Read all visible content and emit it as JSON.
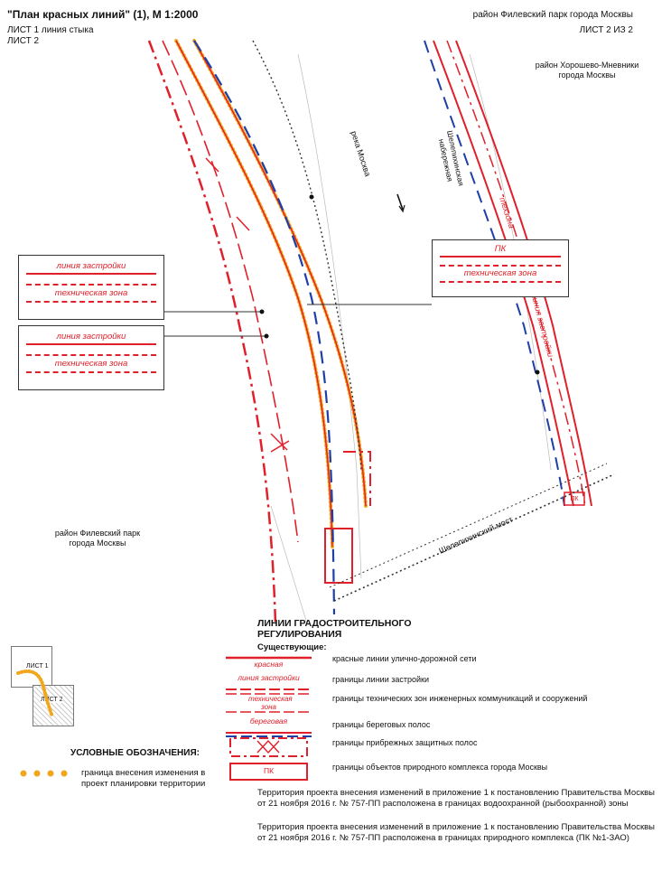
{
  "header": {
    "title": "\"План красных линий\" (1), М 1:2000",
    "sheet_join": "ЛИСТ 1 линия стыка",
    "sheet_2": "ЛИСТ 2",
    "district_top": "район Филевский парк города Москвы",
    "sheet_of": "ЛИСТ 2 ИЗ 2"
  },
  "map": {
    "river": "река Москва",
    "embankment": "Шелепихинская набережная",
    "district_right": "район Хорошево-Мневники города Москвы",
    "district_left": "район Филевский парк города Москвы",
    "bridge": "Шелепихинский мост",
    "street_label_1": "техзона",
    "street_label_2": "линия застройки",
    "pk_mark": "ПК",
    "colors": {
      "red": "#e0202a",
      "blue": "#1f3fa8",
      "orange": "#f2a61c",
      "dark": "#333333"
    }
  },
  "callouts": {
    "left_1": {
      "line1": "линия застройки",
      "line2": "техническая зона"
    },
    "left_2": {
      "line1": "линия застройки",
      "line2": "техническая зона"
    },
    "right": {
      "pk": "ПК",
      "line2": "техническая зона"
    }
  },
  "inset": {
    "sheet1": "ЛИСТ 1",
    "sheet2": "ЛИСТ 2"
  },
  "legend": {
    "section_title": "ЛИНИИ ГРАДОСТРОИТЕЛЬНОГО РЕГУЛИРОВАНИЯ",
    "existing": "Существующие:",
    "conventional": "УСЛОВНЫЕ ОБОЗНАЧЕНИЯ:",
    "change_boundary": "граница внесения изменения в проект планировки территории",
    "items": [
      {
        "sym": "красная",
        "text": "красные линии улично-дорожной сети"
      },
      {
        "sym": "линия застройки",
        "text": "границы линии застройки"
      },
      {
        "sym": "техническая зона",
        "text": "границы технических зон инженерных коммуникаций и сооружений"
      },
      {
        "sym": "береговая",
        "text": "границы береговых полос"
      },
      {
        "sym": "",
        "text": "границы прибрежных защитных полос"
      },
      {
        "sym": "ПК",
        "text": "границы объектов природного комплекса города  Москвы"
      }
    ],
    "notes": [
      "Территория проекта внесения изменений в приложение 1 к постановлению Правительства Москвы от 21 ноября 2016 г. № 757-ПП расположена в границах водоохранной (рыбоохранной) зоны",
      "Территория проекта внесения изменений в приложение 1 к постановлению Правительства Москвы от 21 ноября 2016 г. № 757-ПП расположена в границах природного комплекса (ПК №1-ЗАО)"
    ]
  }
}
